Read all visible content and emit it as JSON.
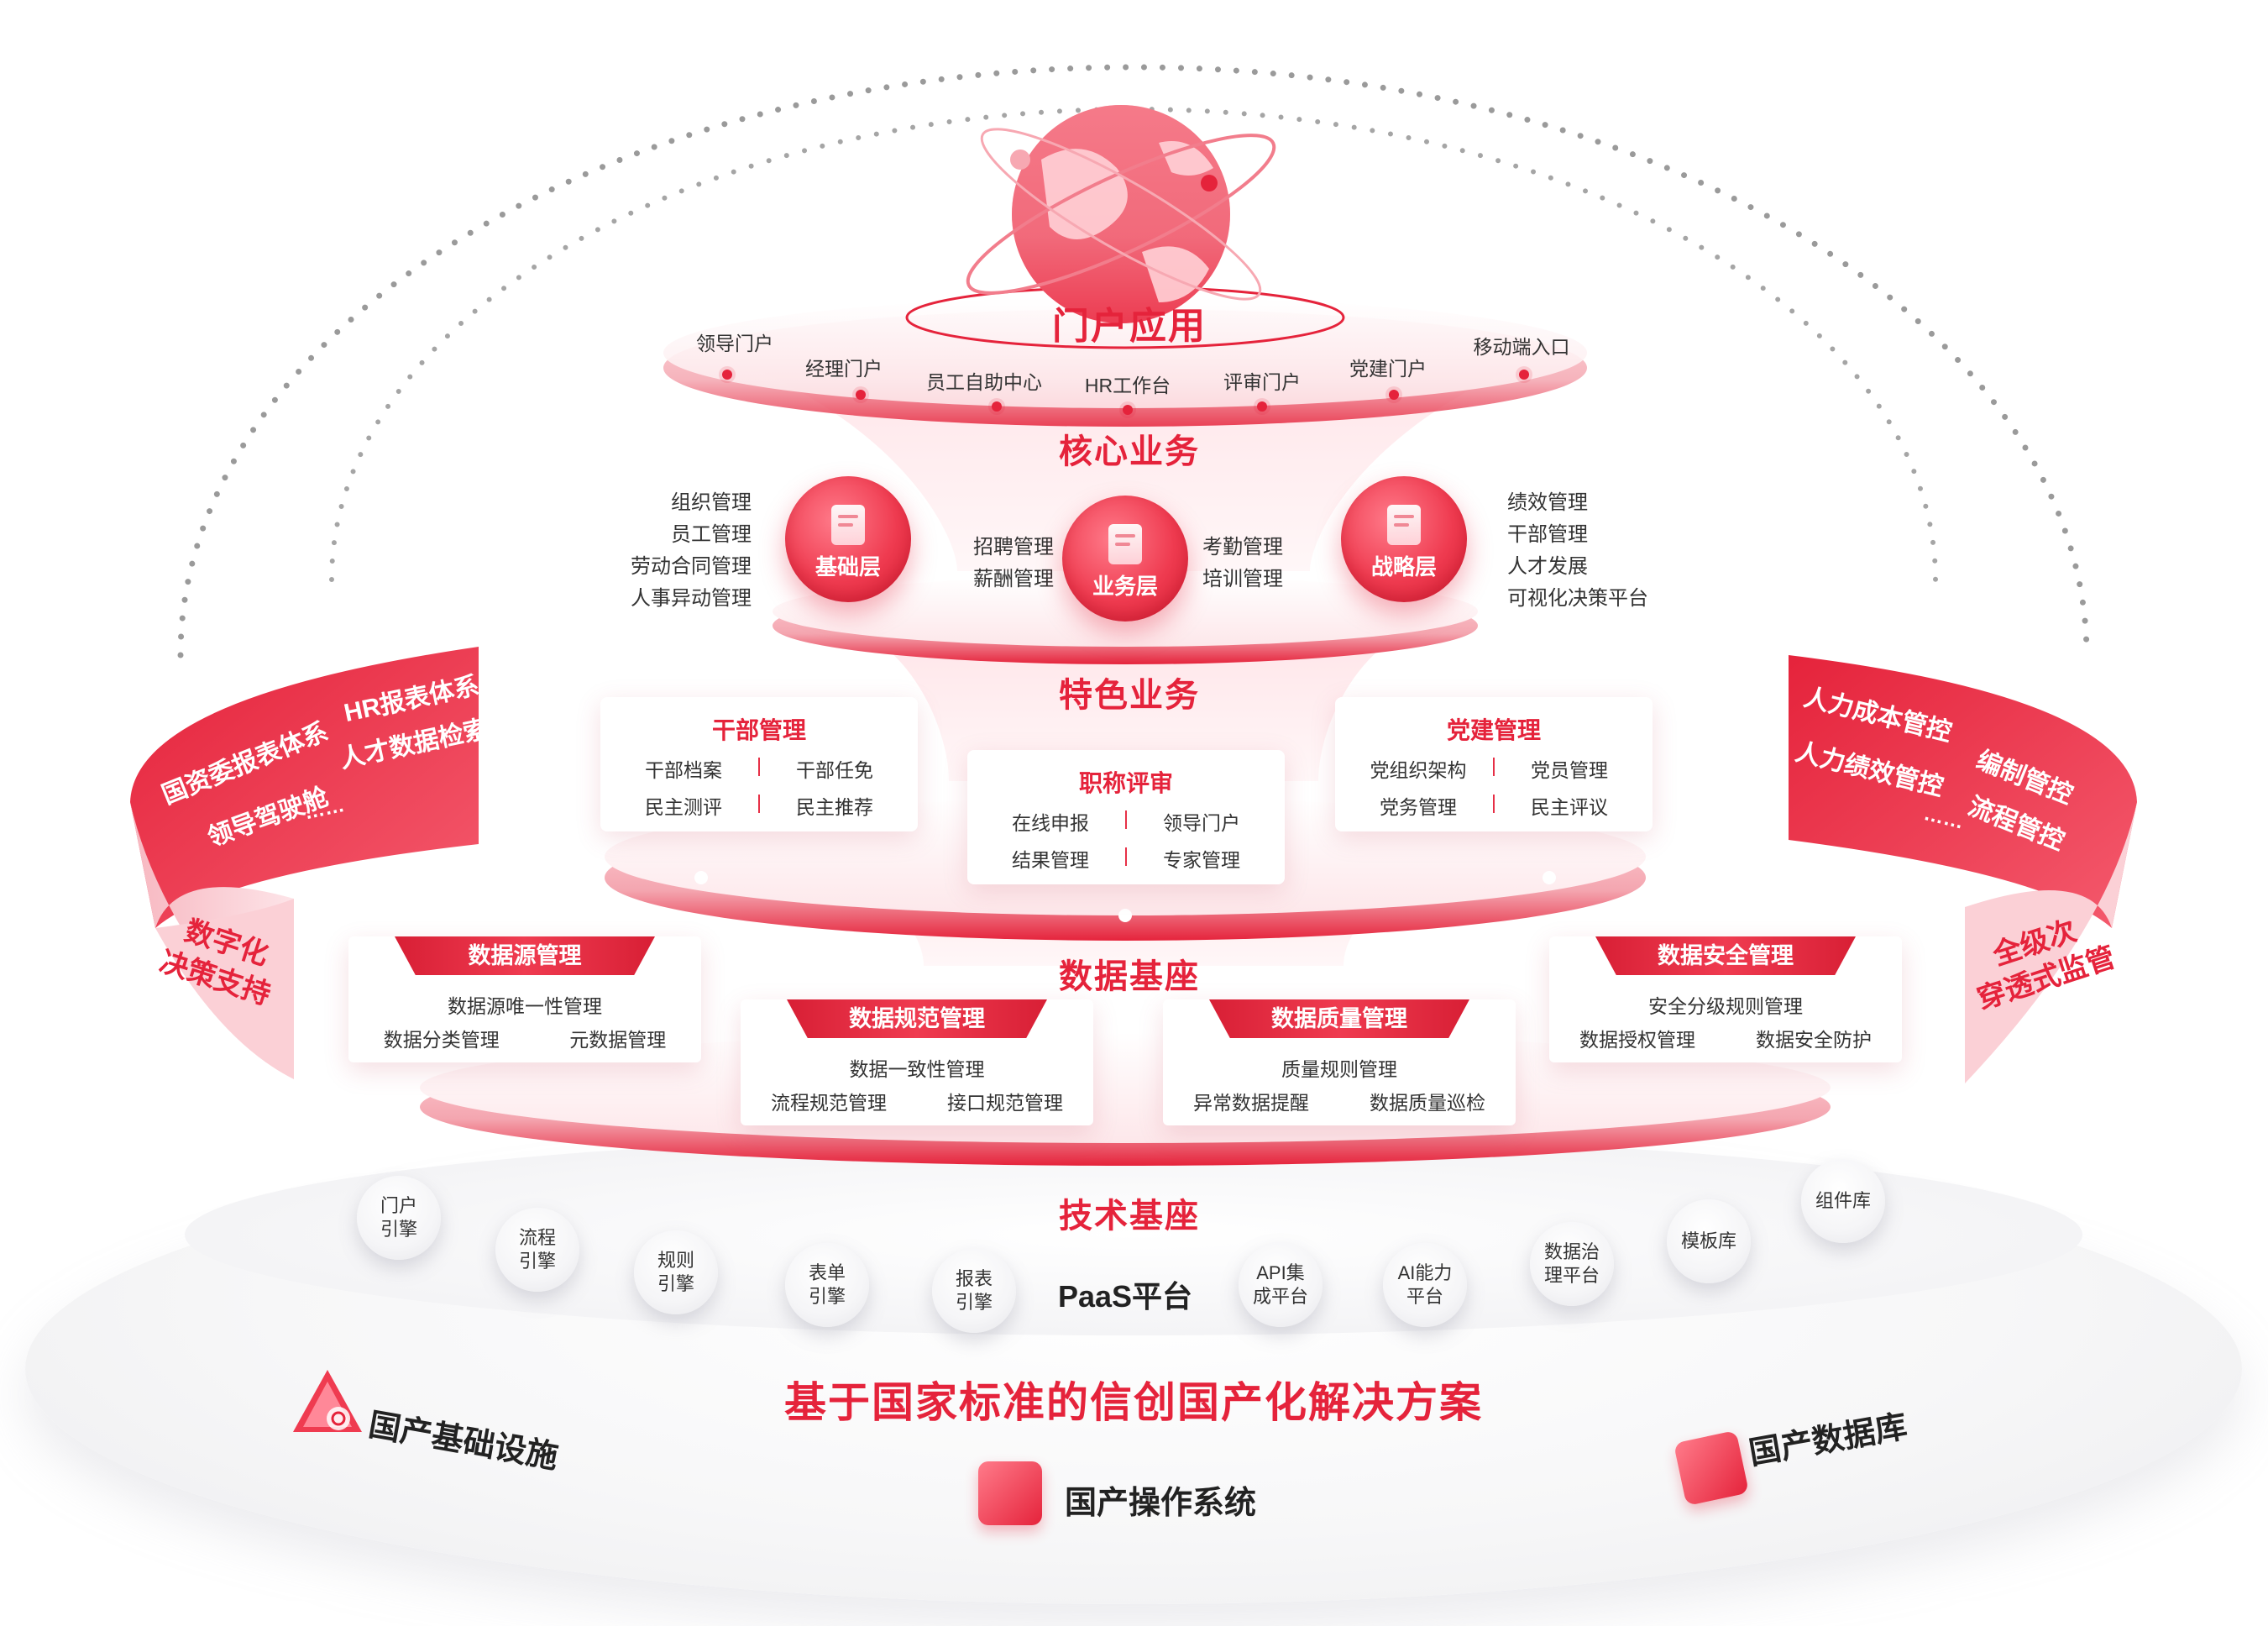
{
  "portal": {
    "title": "门户应用",
    "items": [
      "领导门户",
      "经理门户",
      "员工自助中心",
      "HR工作台",
      "评审门户",
      "党建门户",
      "移动端入口"
    ]
  },
  "core": {
    "title": "核心业务",
    "layers": [
      {
        "label": "基础层",
        "items": [
          "组织管理",
          "员工管理",
          "劳动合同管理",
          "人事异动管理"
        ]
      },
      {
        "label": "业务层",
        "left_items": [
          "招聘管理",
          "薪酬管理"
        ],
        "right_items": [
          "考勤管理",
          "培训管理"
        ]
      },
      {
        "label": "战略层",
        "items": [
          "绩效管理",
          "干部管理",
          "人才发展",
          "可视化决策平台"
        ]
      }
    ]
  },
  "feature": {
    "title": "特色业务",
    "cards": [
      {
        "title": "干部管理",
        "rows": [
          [
            "干部档案",
            "干部任免"
          ],
          [
            "民主测评",
            "民主推荐"
          ]
        ]
      },
      {
        "title": "职称评审",
        "rows": [
          [
            "在线申报",
            "领导门户"
          ],
          [
            "结果管理",
            "专家管理"
          ]
        ]
      },
      {
        "title": "党建管理",
        "rows": [
          [
            "党组织架构",
            "党员管理"
          ],
          [
            "党务管理",
            "民主评议"
          ]
        ]
      }
    ]
  },
  "data": {
    "title": "数据基座",
    "cards": [
      {
        "title": "数据源管理",
        "row1": "数据源唯一性管理",
        "row2": [
          "数据分类管理",
          "元数据管理"
        ]
      },
      {
        "title": "数据规范管理",
        "row1": "数据一致性管理",
        "row2": [
          "流程规范管理",
          "接口规范管理"
        ]
      },
      {
        "title": "数据质量管理",
        "row1": "质量规则管理",
        "row2": [
          "异常数据提醒",
          "数据质量巡检"
        ]
      },
      {
        "title": "数据安全管理",
        "row1": "安全分级规则管理",
        "row2": [
          "数据授权管理",
          "数据安全防护"
        ]
      }
    ]
  },
  "tech": {
    "title": "技术基座",
    "paas": "PaaS平台",
    "engines": [
      "门户\n引擎",
      "流程\n引擎",
      "规则\n引擎",
      "表单\n引擎",
      "报表\n引擎",
      "API集\n成平台",
      "AI能力\n平台",
      "数据治\n理平台",
      "模板库",
      "组件库"
    ]
  },
  "left_band": {
    "items": [
      "国资委报表体系",
      "HR报表体系",
      "领导驾驶舱",
      "人才数据检索",
      "……"
    ],
    "caption": "数字化\n决策支持"
  },
  "right_band": {
    "items": [
      "人力成本管控",
      "编制管控",
      "人力绩效管控",
      "流程管控",
      "……"
    ],
    "caption": "全级次\n穿透式监管"
  },
  "bottom": {
    "title": "基于国家标准的信创国产化解决方案",
    "infra": "国产基础设施",
    "os": "国产操作系统",
    "db": "国产数据库"
  },
  "colors": {
    "accent": "#e5233b",
    "accent_light": "#ff7b8a"
  },
  "icons": [
    "globe-icon",
    "document-icon",
    "warning-triangle-icon",
    "window-network-icon",
    "database-checklist-icon"
  ]
}
